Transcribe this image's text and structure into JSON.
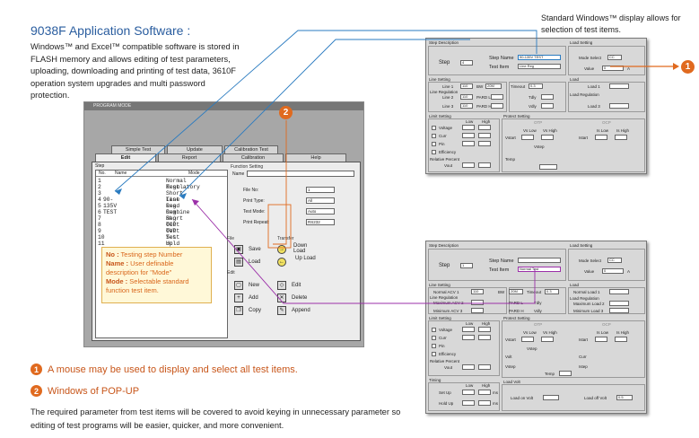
{
  "heading": "9038F Application Software :",
  "intro": "Windows™ and Excel™ compatible software is stored in FLASH memory and allows editing of test parameters, uploading, downloading and printing of test data, 3610F operation system upgrades and multi password protection.",
  "top_caption": "Standard Windows™ display allows for selection of test items.",
  "bullets": [
    {
      "num": "1",
      "text": "A mouse may be used to display and select all test items."
    },
    {
      "num": "2",
      "text": "Windows of POP-UP"
    }
  ],
  "footer": "The required parameter from test items will be covered to avoid keying in unnecessary parameter so editing of test programs will be easier, quicker, and more convenient.",
  "badges": {
    "one": "1",
    "two": "2"
  },
  "app": {
    "window_title": "PROGRAM MODE",
    "tabs_back": [
      "Simple Test",
      "Update",
      "Calibration Test"
    ],
    "tabs_front": [
      "Edit",
      "Report",
      "Calibration",
      "Help"
    ],
    "list_section": "Step",
    "list_headers": {
      "no": "No.",
      "name": "Name",
      "mode": "Mode"
    },
    "rows": [
      {
        "no": "1",
        "name": "",
        "mode": "Normal Test"
      },
      {
        "no": "2",
        "name": "",
        "mode": "Regulatory"
      },
      {
        "no": "3",
        "name": "",
        "mode": "Short Test"
      },
      {
        "no": "4",
        "name": "90-135V TEST",
        "mode": "Line Reg"
      },
      {
        "no": "5",
        "name": "",
        "mode": "Load Reg"
      },
      {
        "no": "6",
        "name": "",
        "mode": "Combine Reg"
      },
      {
        "no": "7",
        "name": "",
        "mode": "Short Test"
      },
      {
        "no": "8",
        "name": "",
        "mode": "OCP Test"
      },
      {
        "no": "9",
        "name": "",
        "mode": "OVP Test"
      },
      {
        "no": "10",
        "name": "",
        "mode": "Set Up Time"
      },
      {
        "no": "11",
        "name": "",
        "mode": "Hold Up Time"
      }
    ],
    "function_setting": "Function Setting",
    "name_label": "Name",
    "file_no_label": "File No:",
    "file_no_value": "1",
    "print_type_label": "Print Type:",
    "print_type_value": "All",
    "test_mode_label": "Test Mode:",
    "test_mode_value": "Auto",
    "print_repeat_label": "Print Repeat:",
    "print_repeat_value": "RS232",
    "file_section": "File",
    "save_label": "Save",
    "load_label": "Load",
    "transfer_section": "Transfer",
    "download_label": "Down Load",
    "upload_label": "Up Load",
    "edit_section": "Edit",
    "new_label": "New",
    "edit_label": "Edit",
    "add_label": "Add",
    "delete_label": "Delete",
    "copy_label": "Copy",
    "append_label": "Append"
  },
  "legend": [
    {
      "key": "No :",
      "desc": "Testing step Number"
    },
    {
      "key": "Name :",
      "desc": "User definable description for \"Mode\""
    },
    {
      "key": "Mode :",
      "desc": "Selectable standard function test item."
    }
  ],
  "win1": {
    "step_desc": "Step Description",
    "step": "Step",
    "step_value": "4",
    "step_name_label": "Step Name",
    "step_name_value": "90-135V TEST",
    "test_item_label": "Test Item",
    "test_item_value": "Line Reg",
    "load_setting": "Load Setting",
    "mode_select": "Mode Select",
    "mode_value": "CC",
    "value_label": "Value",
    "unit_a": "A"
  },
  "win2": {
    "step_desc": "Step Description",
    "step": "Step",
    "step_value": "1",
    "step_name_label": "Step Name",
    "step_name_value": "",
    "test_item_label": "Test Item",
    "test_item_value": "Normal Test",
    "load_setting": "Load Setting",
    "mode_select": "Mode Select",
    "mode_value": "CC",
    "value_label": "Value",
    "unit_a": "A"
  },
  "common": {
    "limit_setting": "Limit Setting",
    "low": "Low",
    "high": "High",
    "voltage": "Voltage",
    "curr": "Curr",
    "pin": "Pin",
    "efficiency": "Efficiency",
    "relative_percent": "Relative Percent",
    "vout": "Vout",
    "pard": "PARD",
    "timing": "Timing",
    "set_up": "Set Up",
    "hold_up": "Hold Up",
    "ms": "ms",
    "percent": "%",
    "unit_v": "V",
    "unit_w": "W",
    "protect_setting": "Protect Setting",
    "otp": "OTP",
    "ocp": "OCP",
    "vs_low": "Vs Low",
    "vs_high": "Vs High",
    "is_low": "Is Low",
    "is_high": "Is High",
    "vtrig": "Vstart",
    "vstep": "Vstep",
    "istart": "Istart",
    "istep": "Istep",
    "volt": "Volt",
    "curr2": "Curr",
    "temp": "Temp",
    "load_volt": "Load Volt",
    "load_on_volt": "Load on Volt",
    "load_off_volt": "Load off Volt",
    "bw": "BW",
    "bw_value": "20M",
    "timeout": "Timeout",
    "timeout_value": "0.3",
    "pard_l": "PARD L",
    "tdly": "Tdly",
    "pard_h": "PARD H",
    "vdly": "Vdly",
    "line_setting": "Line Setting",
    "line_regulation": "Line Regulation",
    "line1": "Line 1",
    "line2": "Line 2",
    "line3": "Line 3",
    "line_value": "110",
    "normal_acv": "Normal ACV 1",
    "max_acv": "Maximum ACV 2",
    "min_acv": "Minimum ACV 3",
    "load_section": "Load",
    "load1": "Load 1",
    "load3": "Load 3",
    "normal_load": "Normal Load 1",
    "max_load": "Maximum Load 2",
    "min_load": "Minimum Load 3",
    "load_regulation": "Load Regulation",
    "zero": "0",
    "v_val": "0.5"
  },
  "colors": {
    "accent_blue": "#2a7bc0",
    "accent_orange": "#e06a1f",
    "accent_purple": "#9b2fa8",
    "title_blue": "#2a5d9f"
  }
}
